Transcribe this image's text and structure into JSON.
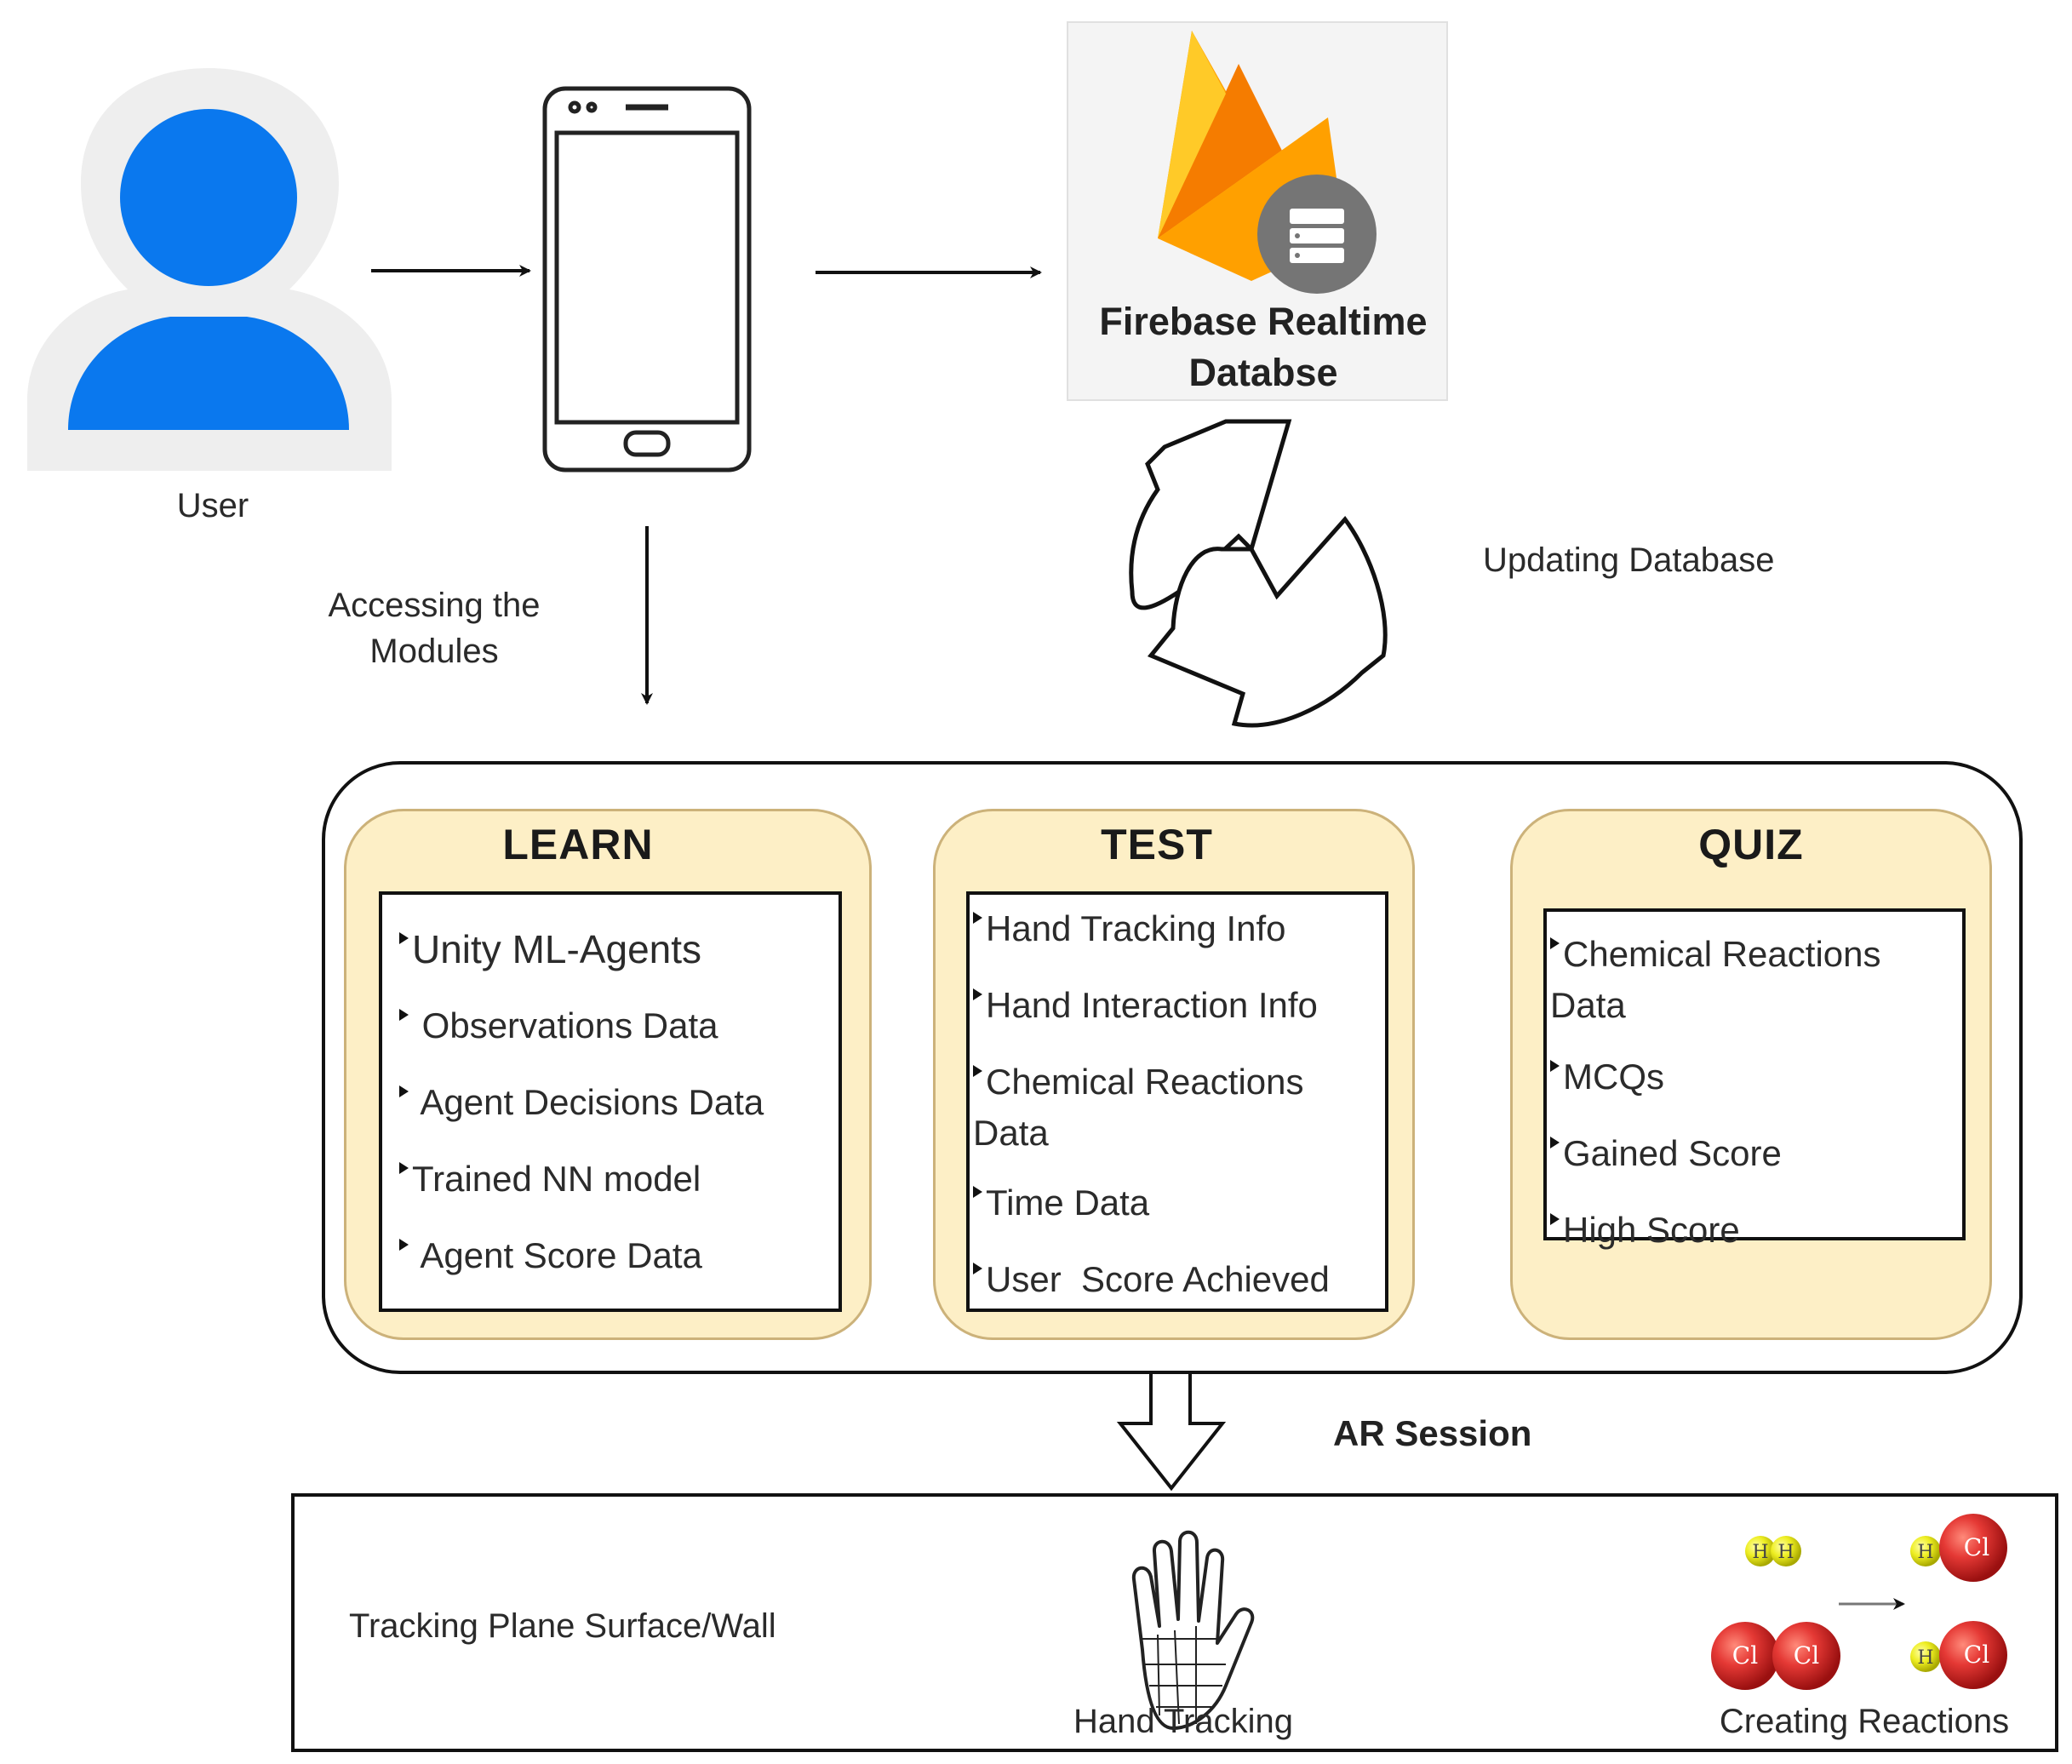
{
  "labels": {
    "user": "User",
    "accessing": [
      "Accessing the",
      "Modules"
    ],
    "updating": "Updating Database",
    "ar_session": "AR Session",
    "tracking_plane": "Tracking Plane Surface/Wall",
    "hand_tracking": "Hand Tracking",
    "creating_reactions": "Creating Reactions"
  },
  "firebase": {
    "title_line1": "Firebase Realtime",
    "title_line2": "Databse"
  },
  "modules": {
    "learn": {
      "title": "LEARN",
      "items": [
        "Unity ML-Agents",
        " Observations Data",
        " Agent Decisions Data",
        "Trained NN model",
        " Agent Score Data"
      ]
    },
    "test": {
      "title": "TEST",
      "items": [
        "Hand Tracking Info",
        "Hand Interaction Info",
        "Chemical Reactions",
        "Data",
        "Time Data",
        "User  Score Achieved"
      ]
    },
    "quiz": {
      "title": "QUIZ",
      "items": [
        "Chemical Reactions",
        "Data",
        "MCQs",
        "Gained Score",
        "High Score"
      ]
    }
  },
  "molecules": {
    "h_symbol": "H",
    "cl_symbol": "Cl"
  },
  "colors": {
    "user_icon": "#0a78ee",
    "user_bg": "#eeeeee",
    "module_fill": "#fdefc6",
    "module_border": "#ccb27a",
    "firebase_yellow": "#ffca28",
    "firebase_orange": "#ffa000",
    "firebase_red": "#f57c00",
    "chlorine_red": "#d32f2f",
    "hydrogen_yellow": "#e6e619"
  },
  "icons": [
    "user-icon",
    "smartphone-icon",
    "firebase-icon",
    "database-icon",
    "sync-arrows-icon",
    "hand-icon",
    "molecule-icon"
  ]
}
